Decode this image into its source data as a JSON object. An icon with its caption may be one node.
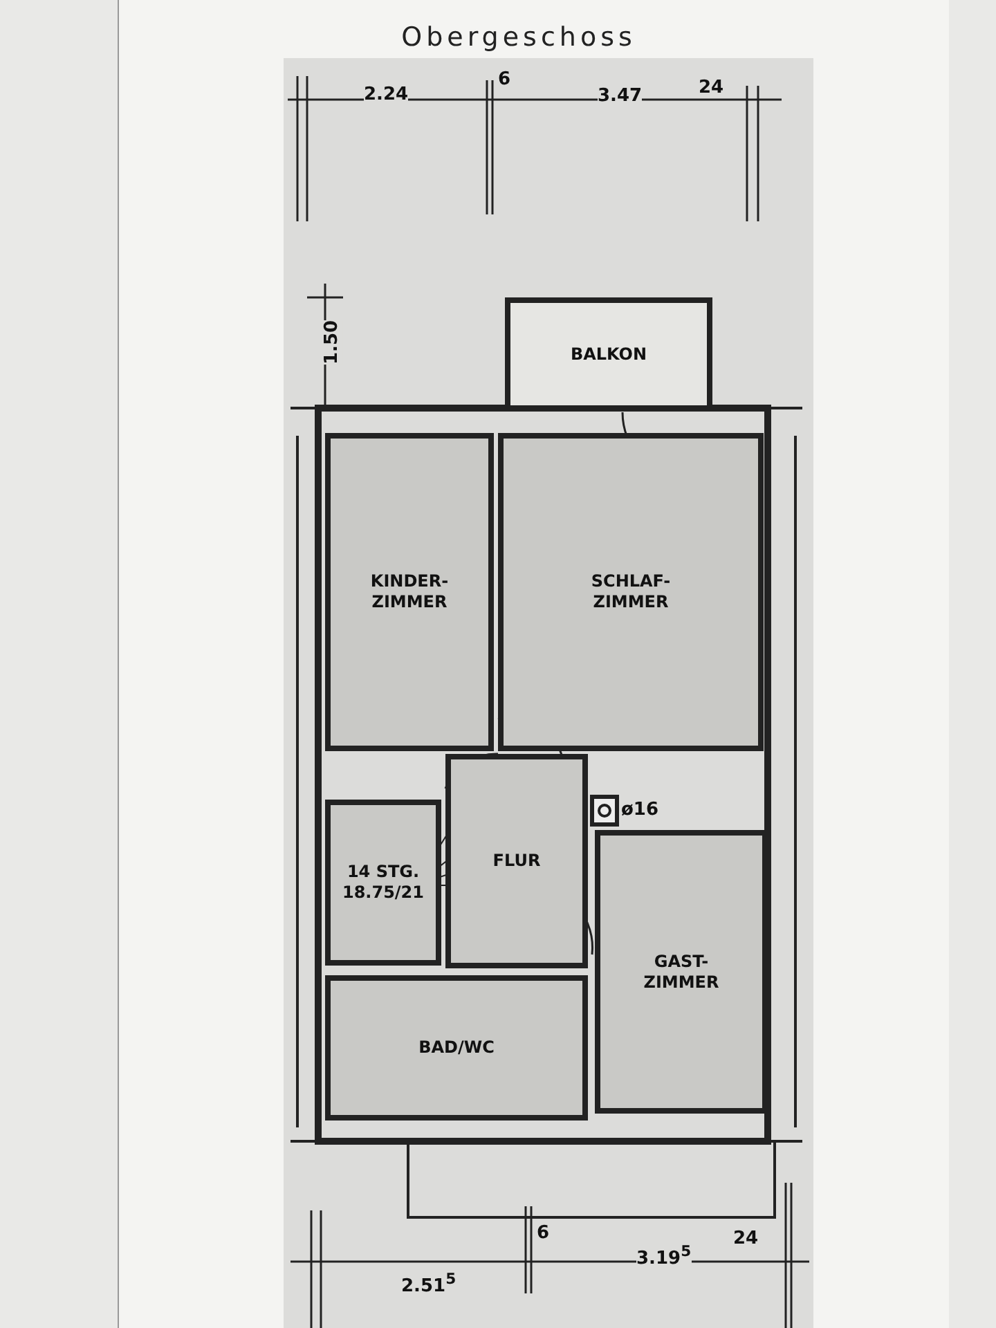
{
  "diagram": {
    "title": "Obergeschoss",
    "nodes": [
      {
        "text": [
          "BALKON"
        ]
      },
      {
        "text": [
          "KINDER- ZIMMER"
        ]
      },
      {
        "text": [
          "SCHLAF- ZIMMER"
        ]
      },
      {
        "text": [
          "FLUR"
        ]
      },
      {
        "text": [
          "14 STG. 18.75/21"
        ]
      },
      {
        "text": [
          "GAST- ZIMMER"
        ]
      },
      {
        "text": [
          "BAD/WC"
        ]
      }
    ],
    "edges": [],
    "labels": [
      "2.24",
      "6",
      "3.47",
      "24",
      "1.50",
      "ø16",
      "2.51$^{5}$",
      "6",
      "3.19$^{5}$",
      "24"
    ]
  }
}
